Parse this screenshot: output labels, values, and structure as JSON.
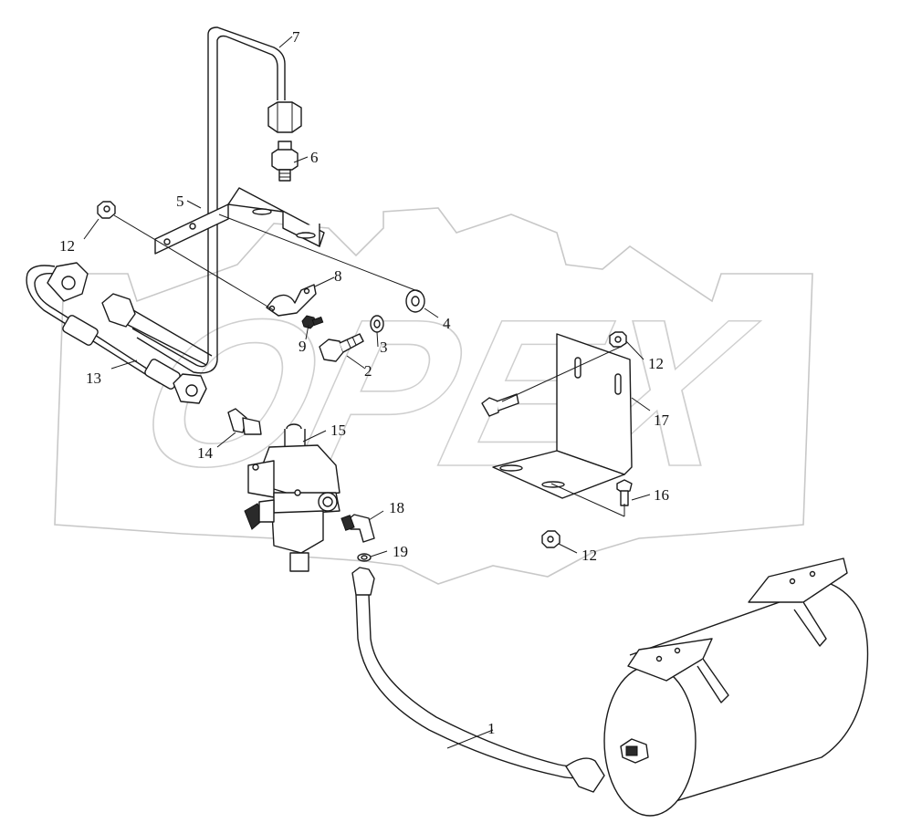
{
  "watermark": "OPEX",
  "callouts": [
    "1",
    "2",
    "3",
    "4",
    "5",
    "6",
    "7",
    "8",
    "9",
    "12",
    "13",
    "14",
    "15",
    "12",
    "17",
    "16",
    "12",
    "18",
    "19"
  ]
}
